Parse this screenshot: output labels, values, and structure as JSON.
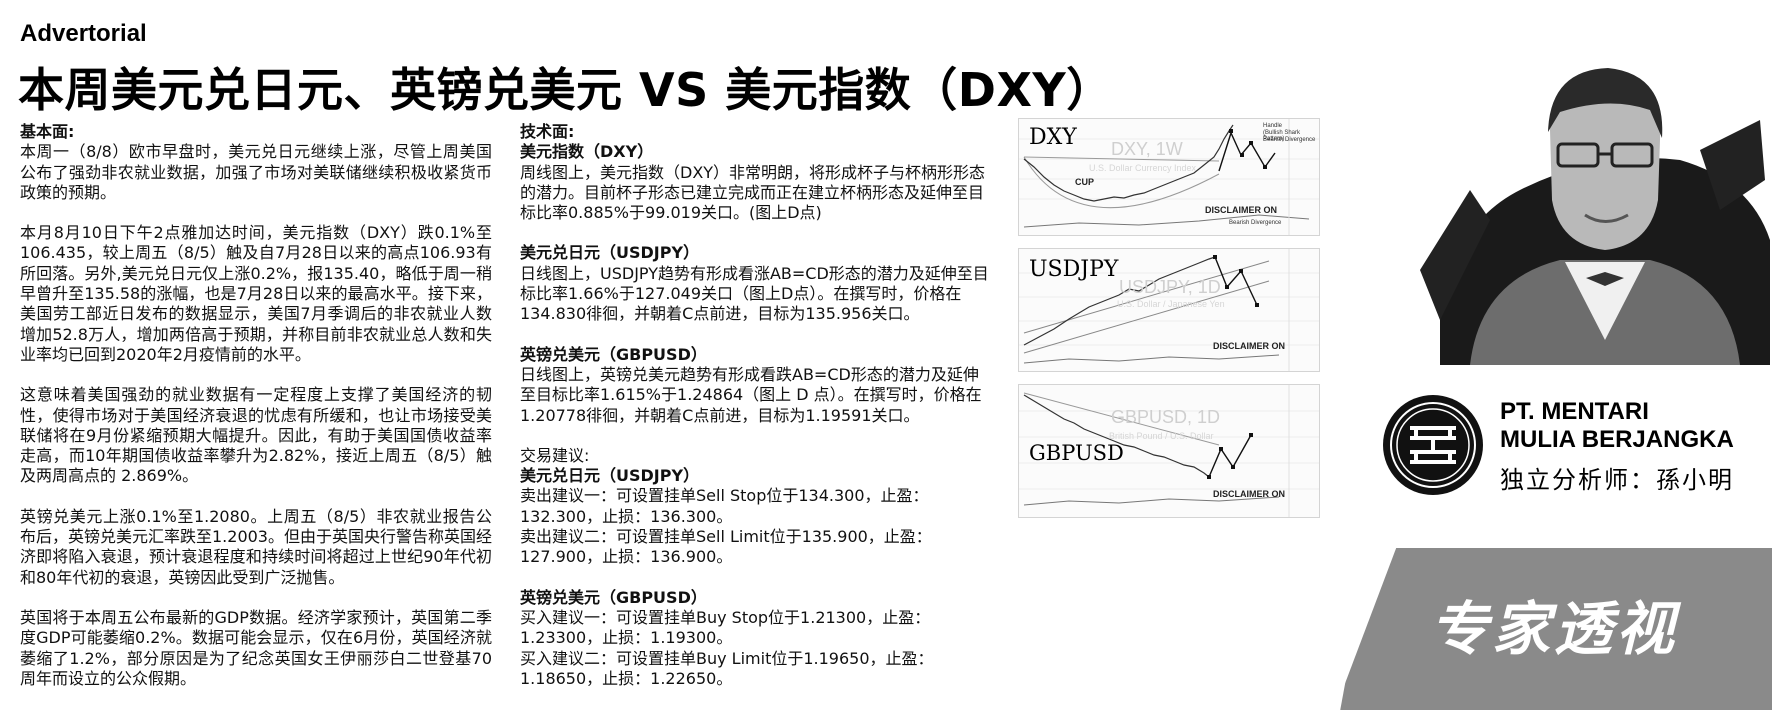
{
  "header": {
    "label": "Advertorial",
    "title": "本周美元兑日元、英镑兑美元 VS 美元指数（DXY）"
  },
  "fundamental": {
    "heading": "基本面:",
    "paragraphs": [
      "本周一（8/8）欧市早盘时，美元兑日元继续上涨，尽管上周美国公布了强劲非农就业数据，加强了市场对美联储继续积极收紧货币政策的预期。",
      "本月8月10日下午2点雅加达时间，美元指数（DXY）跌0.1%至 106.435，较上周五（8/5）触及自7月28日以来的高点106.93有所回落。另外,美元兑日元仅上涨0.2%，报135.40，略低于周一稍早曾升至135.58的涨幅，也是7月28日以来的最高水平。接下来，美国劳工部近日发布的数据显示，美国7月季调后的非农就业人数增加52.8万人，增加两倍高于预期，并称目前非农就业总人数和失业率均已回到2020年2月疫情前的水平。",
      "这意味着美国强劲的就业数据有一定程度上支撑了美国经济的韧性，使得市场对于美国经济衰退的忧虑有所缓和，也让市场接受美联储将在9月份紧缩预期大幅提升。因此，有助于美国国债收益率走高，而10年期国债收益率攀升为2.82%，接近上周五（8/5）触及两周高点的 2.869%。",
      "英镑兑美元上涨0.1%至1.2080。上周五（8/5）非农就业报告公布后，英镑兑美元汇率跌至1.2003。但由于英国央行警告称英国经济即将陷入衰退，预计衰退程度和持续时间将超过上世纪90年代初和80年代初的衰退，英镑因此受到广泛抛售。",
      "英国将于本周五公布最新的GDP数据。经济学家预计，英国第二季度GDP可能萎缩0.2%。数据可能会显示，仅在6月份，英国经济就萎缩了1.2%，部分原因是为了纪念英国女王伊丽莎白二世登基70周年而设立的公众假期。"
    ]
  },
  "technical": {
    "heading": "技术面:",
    "dxy_title": "美元指数（DXY）",
    "dxy_text": "周线图上，美元指数（DXY）非常明朗，将形成杯子与杯柄形形态的潜力。目前杯子形态已建立完成而正在建立杯柄形态及延伸至目标比率0.885%于99.019关口。(图上D点)",
    "usdjpy_title": "美元兑日元（USDJPY）",
    "usdjpy_text": "日线图上，USDJPY趋势有形成看涨AB=CD形态的潜力及延伸至目标比率1.66%于127.049关口（图上D点）。在撰写时，价格在134.830徘徊，并朝着C点前进，目标为135.956关口。",
    "gbpusd_title": "英镑兑美元（GBPUSD）",
    "gbpusd_text": "日线图上，英镑兑美元趋势有形成看跌AB=CD形态的潜力及延伸至目标比率1.615%于1.24864（图上 D 点）。在撰写时，价格在1.20778徘徊，并朝着C点前进，目标为1.19591关口。"
  },
  "trading": {
    "heading": "交易建议:",
    "usdjpy_title": "美元兑日元（USDJPY）",
    "usdjpy_lines": [
      "卖出建议一：可设置挂单Sell Stop位于134.300，止盈：132.300，止损：136.300。",
      "卖出建议二：可设置挂单Sell Limit位于135.900，止盈：127.900，止损：136.900。"
    ],
    "gbpusd_title": "英镑兑美元（GBPUSD）",
    "gbpusd_lines": [
      "买入建议一：可设置挂单Buy Stop位于1.21300，止盈：1.23300，止损：1.19300。",
      "买入建议二：可设置挂单Buy Limit位于1.19650，止盈：1.18650，止损：1.22650。"
    ]
  },
  "charts": {
    "dxy": {
      "label": "DXY",
      "watermark": "DXY, 1W",
      "sub": "U.S. Dollar Currency Index",
      "cup": "CUP",
      "disclaimer": "DISCLAIMER ON",
      "note1": "Handle",
      "note2": "(Bullish Shark Pattern)",
      "note3": "Bearish Divergence",
      "note4": "Bearish Divergence"
    },
    "usdjpy": {
      "label": "USDJPY",
      "watermark": "USDJPY, 1D",
      "sub": "U.S. Dollar / Japanese Yen",
      "disclaimer": "DISCLAIMER ON"
    },
    "gbpusd": {
      "label": "GBPUSD",
      "watermark": "GBPUSD, 1D",
      "sub": "British Pound / U.S. Dollar",
      "disclaimer": "DISCLAIMER ON"
    }
  },
  "sidebar": {
    "company_line1": "PT. MENTARI",
    "company_line2": "MULIA BERJANGKA",
    "analyst": "独立分析师：孫小明",
    "banner": "专家透视"
  }
}
